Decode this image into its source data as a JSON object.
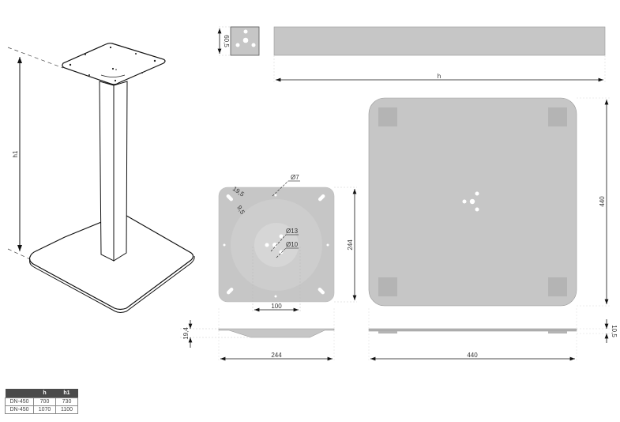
{
  "isometric_view": {
    "height_label": "h1"
  },
  "column_profile": {
    "section_dimension": "60,5",
    "length_label": "h"
  },
  "top_plate": {
    "hole_small": "Ø7",
    "slot_width": "19,5",
    "slot_height": "9,5",
    "hole_center_large": "Ø13",
    "hole_center_small": "Ø10",
    "bolt_spacing": "100",
    "height_dim": "244",
    "width_dim": "244",
    "thickness_dim": "19,4"
  },
  "base_plate": {
    "height_dim": "440",
    "width_dim": "440",
    "thickness_dim": "10,5"
  },
  "spec_table": {
    "headers": [
      "",
      "h",
      "h1"
    ],
    "rows": [
      {
        "model": "DN-450",
        "h": "700",
        "h1": "730"
      },
      {
        "model": "DN-450",
        "h": "1070",
        "h1": "1100"
      }
    ]
  },
  "colors": {
    "plate_fill": "#c6c6c6",
    "plate_inner_ring": "#cdcdcd",
    "plate_center": "#d6d6d6",
    "pad_fill": "#b4b4b4",
    "line": "#222222",
    "table_header": "#4a4a4a"
  }
}
